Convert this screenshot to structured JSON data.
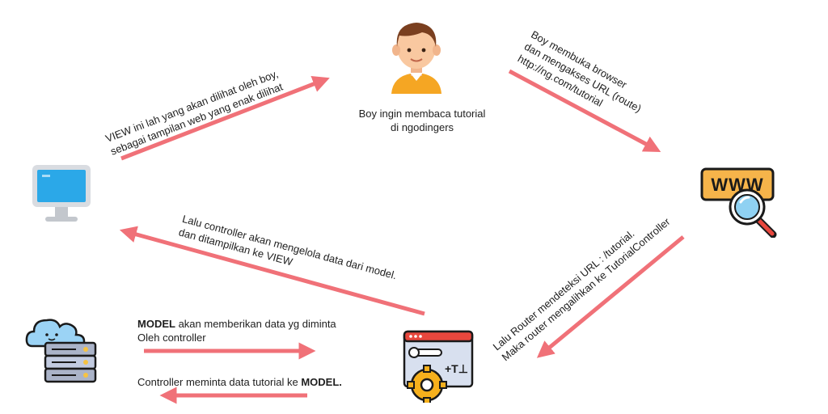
{
  "colors": {
    "arrow": "#f07178",
    "skin": "#f9c8a0",
    "hair": "#7a3f1f",
    "shirt": "#f5a623"
  },
  "icons": {
    "user": "person-avatar-icon",
    "browser": "www-search-icon",
    "monitor": "computer-monitor-icon",
    "server": "cloud-server-icon",
    "controller": "settings-gear-wrench-icon"
  },
  "labels": {
    "user": [
      "Boy ingin membaca tutorial",
      "di ngodingers"
    ],
    "open_browser": [
      "Boy membuka browser",
      "dan mengakses URL (route)",
      "http://ng.com/tutorial"
    ],
    "view": [
      "VIEW  ini lah yang akan dilihat oleh boy,",
      "sebagai tampilan web yang enak dilihat"
    ],
    "router": [
      "Lalu Router mendeteksi URL : /tutorial.",
      "Maka router mengalihkan ke TutorialController"
    ],
    "controller_to_view": [
      "Lalu controller akan mengelola data dari model.",
      "dan ditampilkan ke VIEW"
    ],
    "model_give": {
      "bold": "MODEL",
      "rest": " akan memberikan data yg diminta",
      "line2": "Oleh controller"
    },
    "controller_ask": {
      "text": "Controller meminta data tutorial ke ",
      "bold": "MODEL."
    }
  }
}
